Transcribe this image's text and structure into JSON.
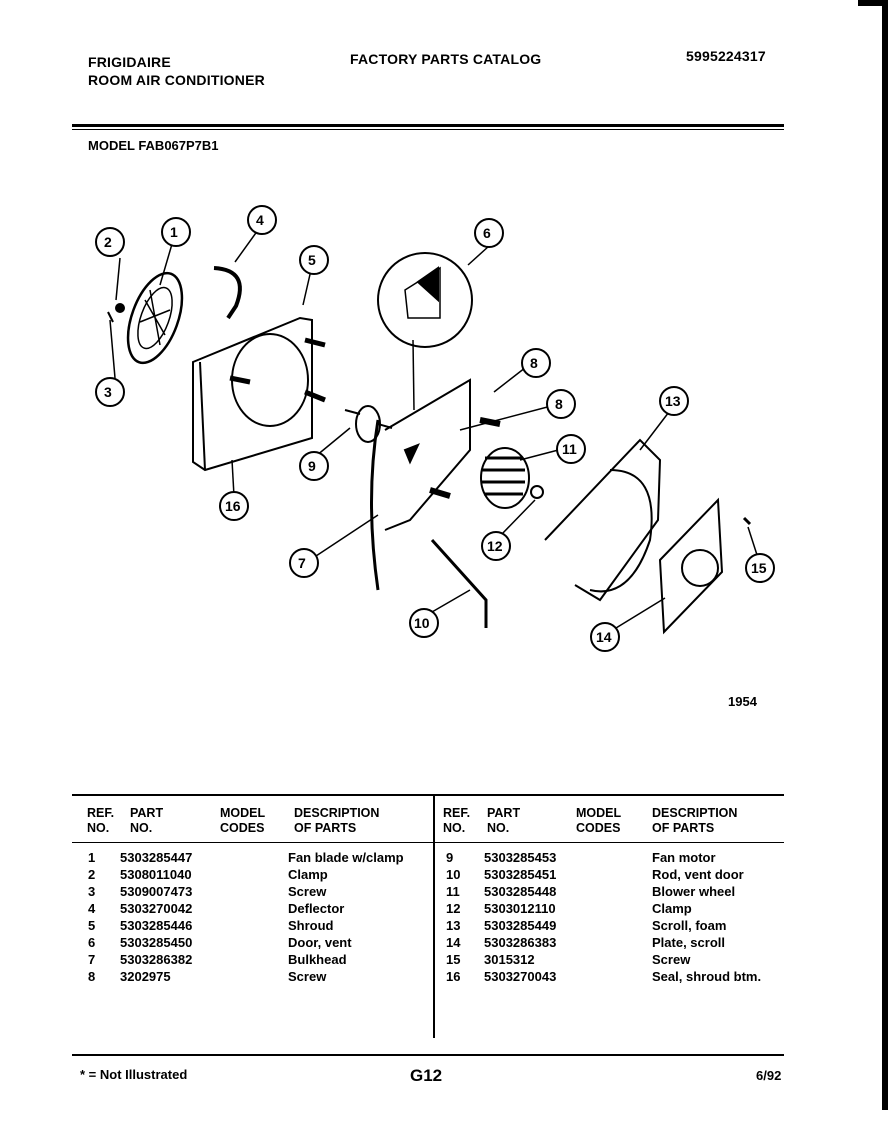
{
  "header": {
    "brand": "FRIGIDAIRE",
    "product": "ROOM AIR CONDITIONER",
    "catalog_title": "FACTORY PARTS CATALOG",
    "catalog_number": "5995224317",
    "model": "MODEL FAB067P7B1"
  },
  "diagram": {
    "figure_number": "1954",
    "callouts": [
      "1",
      "2",
      "3",
      "4",
      "5",
      "6",
      "7",
      "8",
      "8",
      "9",
      "10",
      "11",
      "12",
      "13",
      "14",
      "15",
      "16"
    ]
  },
  "table": {
    "headers": {
      "ref": [
        "REF.",
        "NO."
      ],
      "part": [
        "PART",
        "NO."
      ],
      "model": [
        "MODEL",
        "CODES"
      ],
      "desc": [
        "DESCRIPTION",
        "OF PARTS"
      ]
    },
    "left_rows": [
      {
        "ref": "1",
        "part": "5303285447",
        "desc": "Fan blade w/clamp"
      },
      {
        "ref": "2",
        "part": "5308011040",
        "desc": "Clamp"
      },
      {
        "ref": "3",
        "part": "5309007473",
        "desc": "Screw"
      },
      {
        "ref": "4",
        "part": "5303270042",
        "desc": "Deflector"
      },
      {
        "ref": "5",
        "part": "5303285446",
        "desc": "Shroud"
      },
      {
        "ref": "6",
        "part": "5303285450",
        "desc": "Door, vent"
      },
      {
        "ref": "7",
        "part": "5303286382",
        "desc": "Bulkhead"
      },
      {
        "ref": "8",
        "part": "3202975",
        "desc": "Screw"
      }
    ],
    "right_rows": [
      {
        "ref": "9",
        "part": "5303285453",
        "desc": "Fan motor"
      },
      {
        "ref": "10",
        "part": "5303285451",
        "desc": "Rod, vent door"
      },
      {
        "ref": "11",
        "part": "5303285448",
        "desc": "Blower wheel"
      },
      {
        "ref": "12",
        "part": "5303012110",
        "desc": "Clamp"
      },
      {
        "ref": "13",
        "part": "5303285449",
        "desc": "Scroll, foam"
      },
      {
        "ref": "14",
        "part": "5303286383",
        "desc": "Plate, scroll"
      },
      {
        "ref": "15",
        "part": "3015312",
        "desc": "Screw"
      },
      {
        "ref": "16",
        "part": "5303270043",
        "desc": "Seal, shroud btm."
      }
    ]
  },
  "footer": {
    "note": "* = Not Illustrated",
    "page": "G12",
    "date": "6/92"
  }
}
